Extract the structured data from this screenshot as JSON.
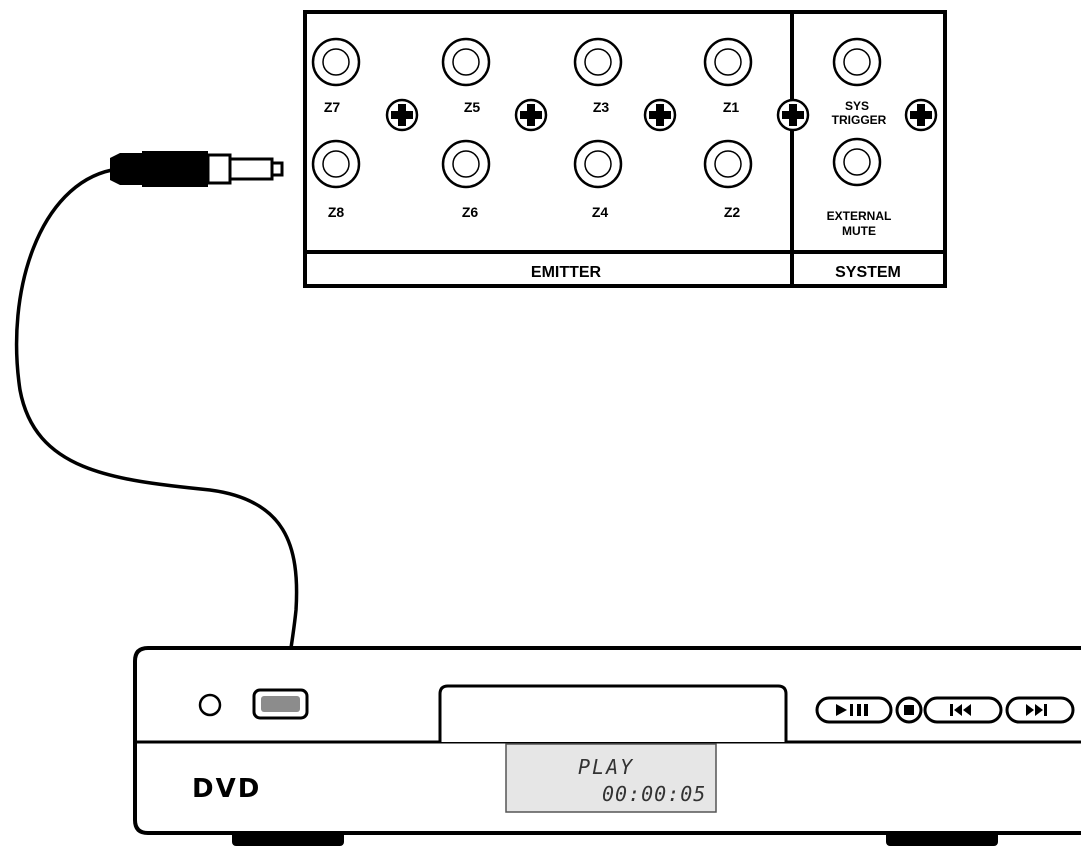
{
  "panel": {
    "zones_top": [
      "Z7",
      "Z5",
      "Z3",
      "Z1"
    ],
    "zones_bottom": [
      "Z8",
      "Z6",
      "Z4",
      "Z2"
    ],
    "sys_trigger_line1": "SYS",
    "sys_trigger_line2": "TRIGGER",
    "external_mute_line1": "EXTERNAL",
    "external_mute_line2": "MUTE",
    "emitter_label": "EMITTER",
    "system_label": "SYSTEM"
  },
  "dvd": {
    "brand": "DVD",
    "display_status": "PLAY",
    "display_time": "00:00:05",
    "buttons": [
      "play-pause",
      "stop",
      "previous",
      "next"
    ]
  },
  "colors": {
    "ink": "#000000",
    "display_bg": "#e6e6e6",
    "ir_window": "#8c8c8c"
  }
}
